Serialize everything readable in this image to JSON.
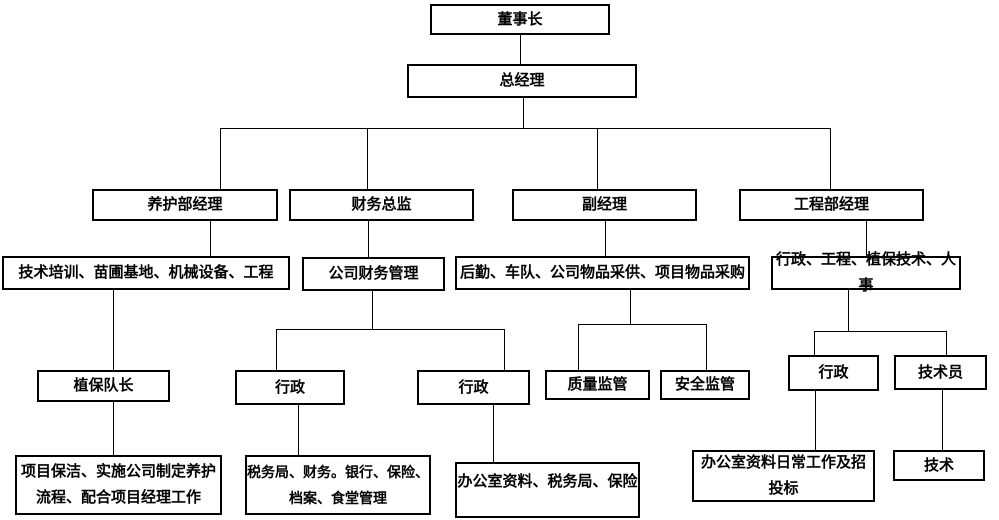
{
  "chart": {
    "type": "org-chart",
    "colors": {
      "box_border": "#000000",
      "box_fill": "#ffffff",
      "line": "#000000",
      "text": "#000000"
    },
    "nodes": {
      "chairman": "董事长",
      "general_manager": "总经理",
      "maintenance_manager": "养护部经理",
      "finance_director": "财务总监",
      "deputy_manager": "副经理",
      "engineering_manager": "工程部经理",
      "maintenance_scope": "技术培训、苗圃基地、机械设备、工程",
      "finance_scope": "公司财务管理",
      "deputy_scope": "后勤、车队、公司物品采供、项目物品采购",
      "engineering_scope": "行政、工程、植保技术、人事",
      "plant_protection_leader": "植保队长",
      "admin_1": "行政",
      "admin_2": "行政",
      "quality_supervision": "质量监管",
      "safety_supervision": "安全监管",
      "admin_3": "行政",
      "technician": "技术员",
      "project_cleaning": "项目保洁、实施公司制定养护\n流程、配合项目经理工作",
      "tax_finance": "税务局、财务。银行、保险、\n档案、食堂管理",
      "office_docs": "办公室资料、税务局、保险",
      "office_daily": "办公室资料日常工作及招\n投标",
      "technology": "技术"
    }
  }
}
